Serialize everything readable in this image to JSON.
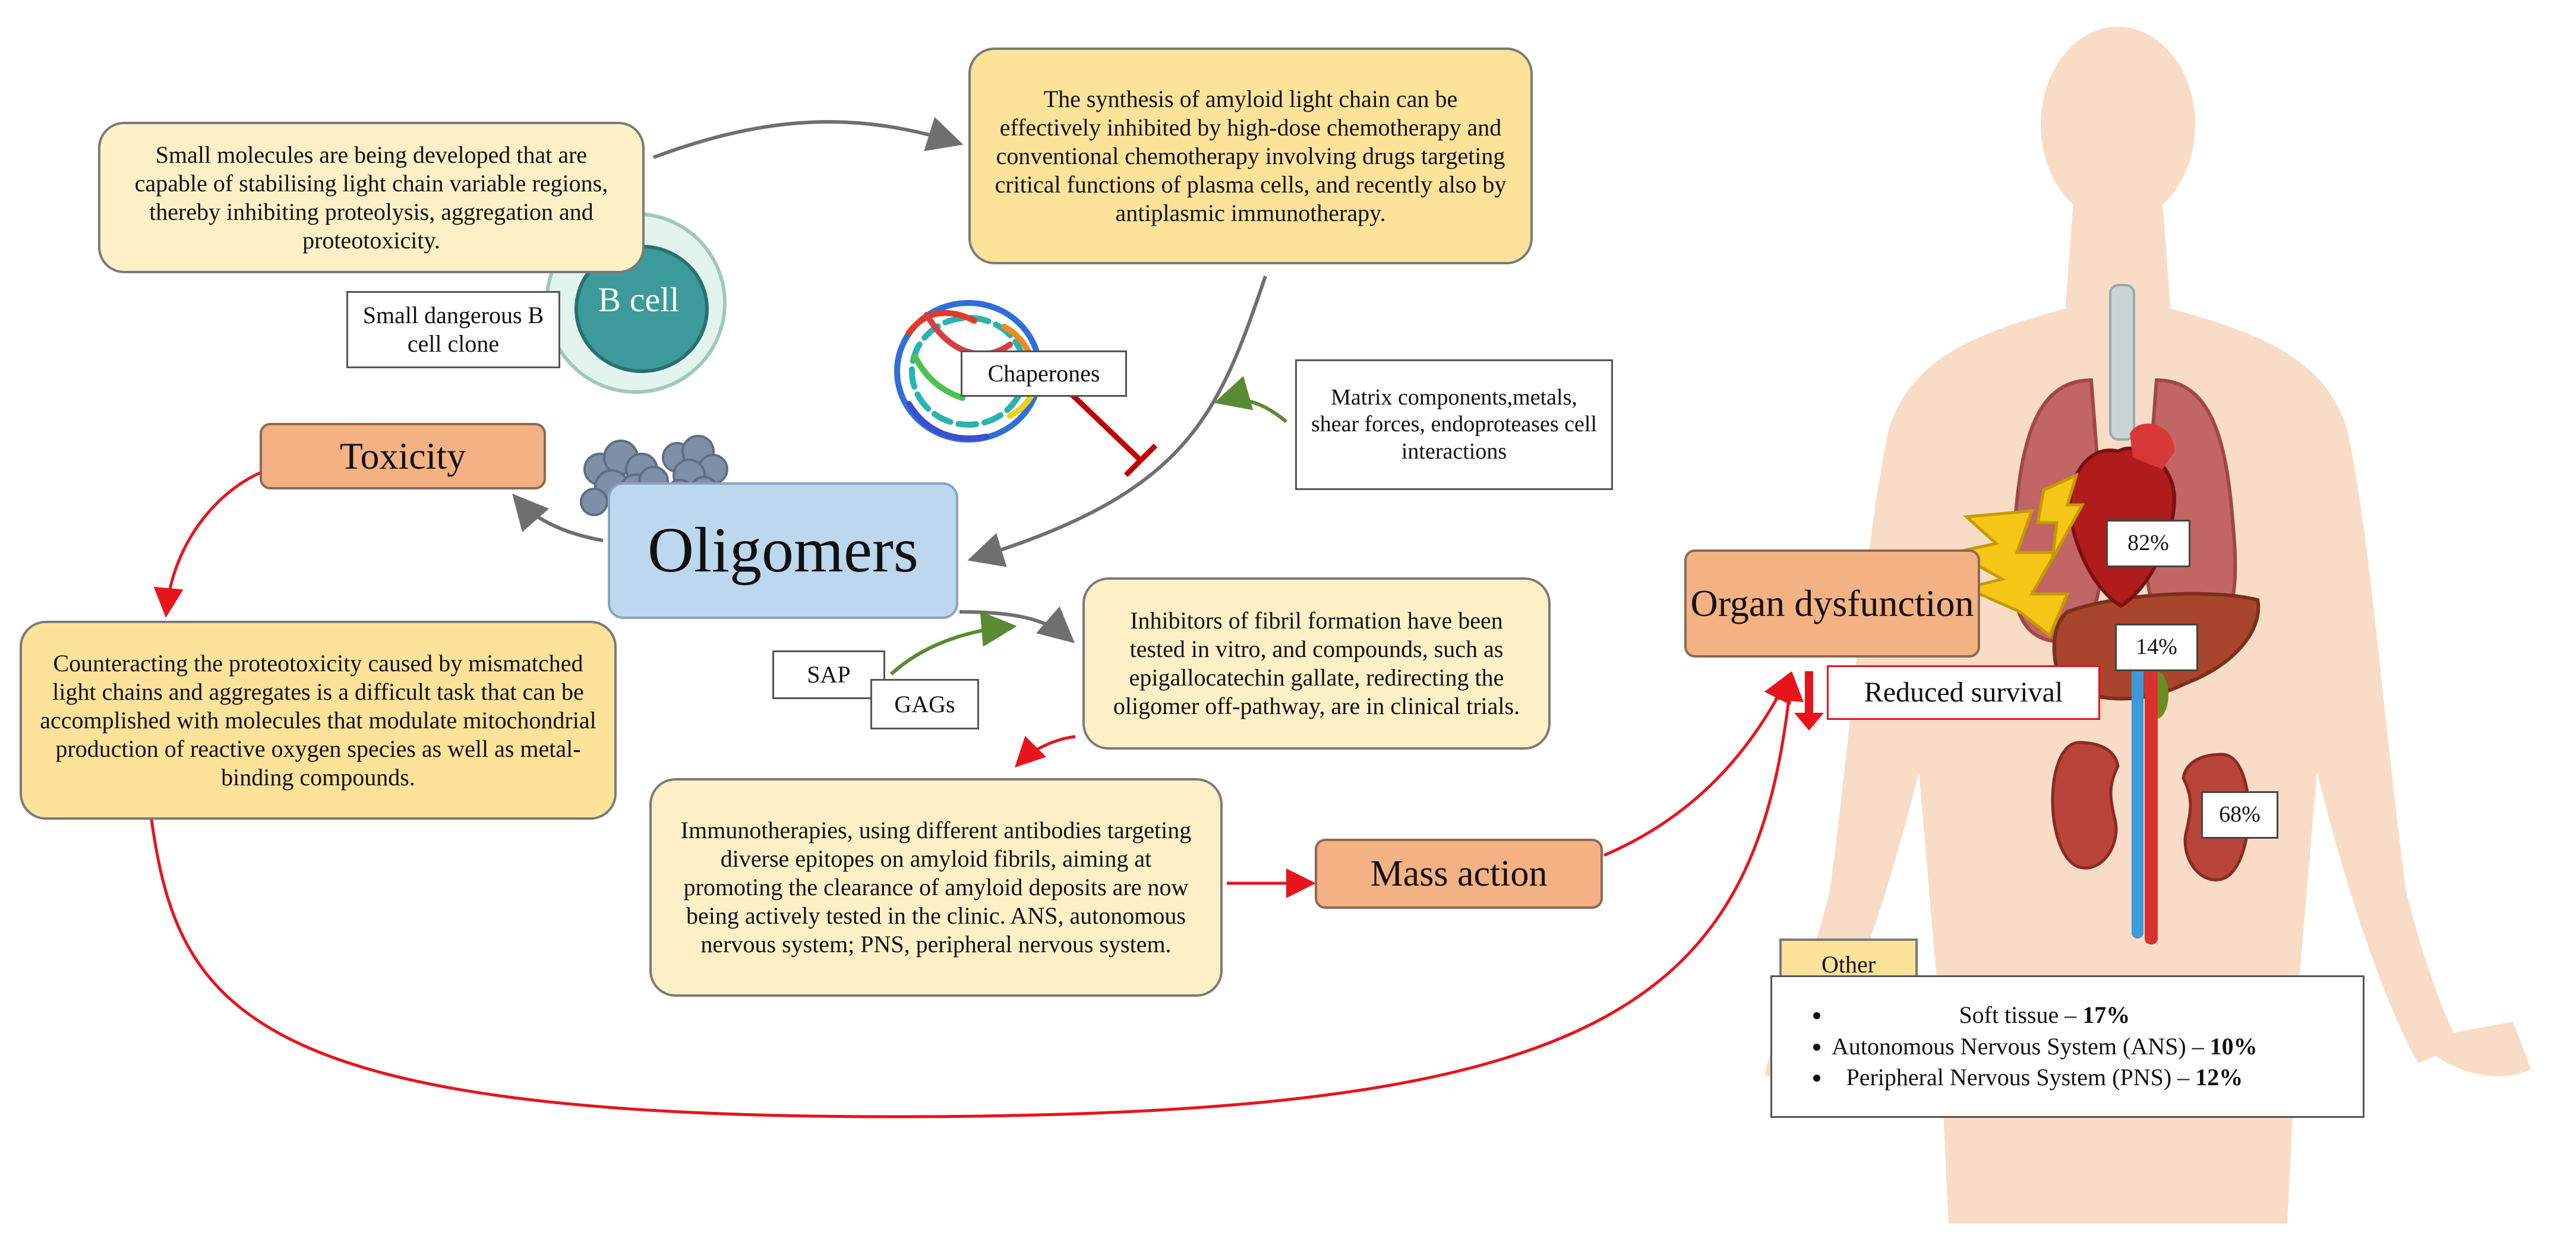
{
  "small_molecules": "Small molecules are being developed that are capable of stabilising light chain variable regions, thereby inhibiting proteolysis, aggregation and proteotoxicity.",
  "synthesis": "The synthesis of amyloid light chain can be effectively inhibited by high-dose chemotherapy and conventional chemotherapy involving drugs targeting critical functions of plasma cells, and recently also by antiplasmic immunotherapy.",
  "b_cell": "B cell",
  "b_cell_clone": "Small dangerous B cell clone",
  "chaperones": "Chaperones",
  "matrix": "Matrix components,metals, shear forces, endoproteases cell interactions",
  "toxicity": "Toxicity",
  "oligomers": "Oligomers",
  "sap": "SAP",
  "gags": "GAGs",
  "inhibitors": "Inhibitors of fibril formation have been tested in vitro, and compounds, such as epigallocatechin gallate, redirecting the oligomer off-pathway, are in clinical trials.",
  "counteracting": "Counteracting the proteotoxicity caused by mismatched light chains and aggregates is a difficult task that can be accomplished with molecules that modulate mitochondrial production of reactive oxygen species as well as metal-binding compounds.",
  "immuno": "Immunotherapies, using different antibodies targeting diverse epitopes on amyloid fibrils, aiming at promoting the clearance of amyloid deposits are now being actively tested in the clinic. ANS, autonomous nervous system; PNS, peripheral nervous system.",
  "mass_action": "Mass action",
  "organ_dysfunction": "Organ dysfunction",
  "reduced_survival": "Reduced survival",
  "heart_pct": "82%",
  "liver_pct": "14%",
  "kidney_pct": "68%",
  "other_title": "Other",
  "other_items": [
    {
      "label": "Soft tissue – ",
      "value": "17%"
    },
    {
      "label": "Autonomous Nervous System (ANS) – ",
      "value": "10%"
    },
    {
      "label": "Peripheral Nervous System (PNS) – ",
      "value": "12%"
    }
  ],
  "colors": {
    "arrow_gray": "#6f6f6f",
    "arrow_red": "#e8141c",
    "arrow_green": "#5a8a32",
    "inhibit_red": "#c00000"
  }
}
